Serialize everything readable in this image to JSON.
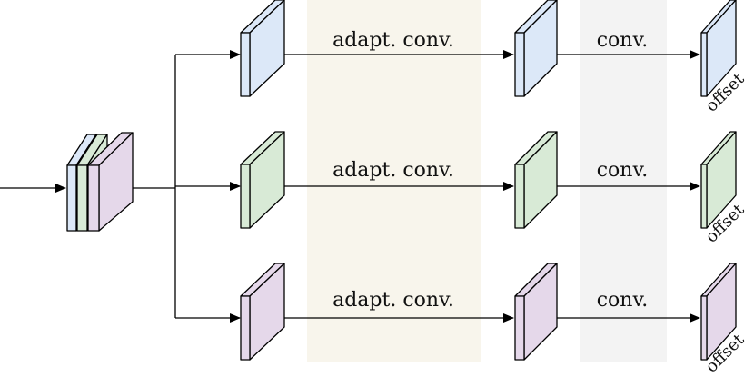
{
  "stage_labels": {
    "adapt_conv": "adapt. conv.",
    "conv": "conv.",
    "offset": "offset"
  },
  "colors": {
    "blue": "#dce8f8",
    "green": "#d8ead6",
    "purple": "#e5d8ea",
    "band_adapt": "#f8f5ec",
    "band_conv": "#f3f3f3",
    "stroke": "#000000"
  },
  "branches": [
    {
      "color_key": "blue"
    },
    {
      "color_key": "green"
    },
    {
      "color_key": "purple"
    }
  ]
}
